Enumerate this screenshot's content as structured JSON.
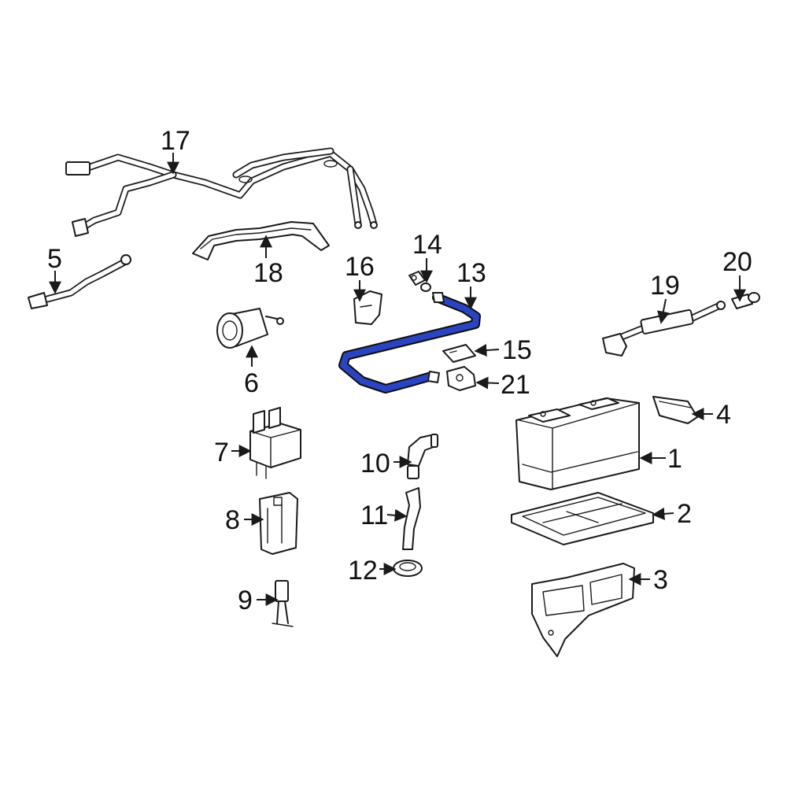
{
  "colors": {
    "highlight": "#2a44c0",
    "ink": "#1a1a1a",
    "background": "#ffffff"
  },
  "callouts": {
    "c1": "1",
    "c2": "2",
    "c3": "3",
    "c4": "4",
    "c5": "5",
    "c6": "6",
    "c7": "7",
    "c8": "8",
    "c9": "9",
    "c10": "10",
    "c11": "11",
    "c12": "12",
    "c13": "13",
    "c14": "14",
    "c15": "15",
    "c16": "16",
    "c17": "17",
    "c18": "18",
    "c19": "19",
    "c20": "20",
    "c21": "21"
  }
}
